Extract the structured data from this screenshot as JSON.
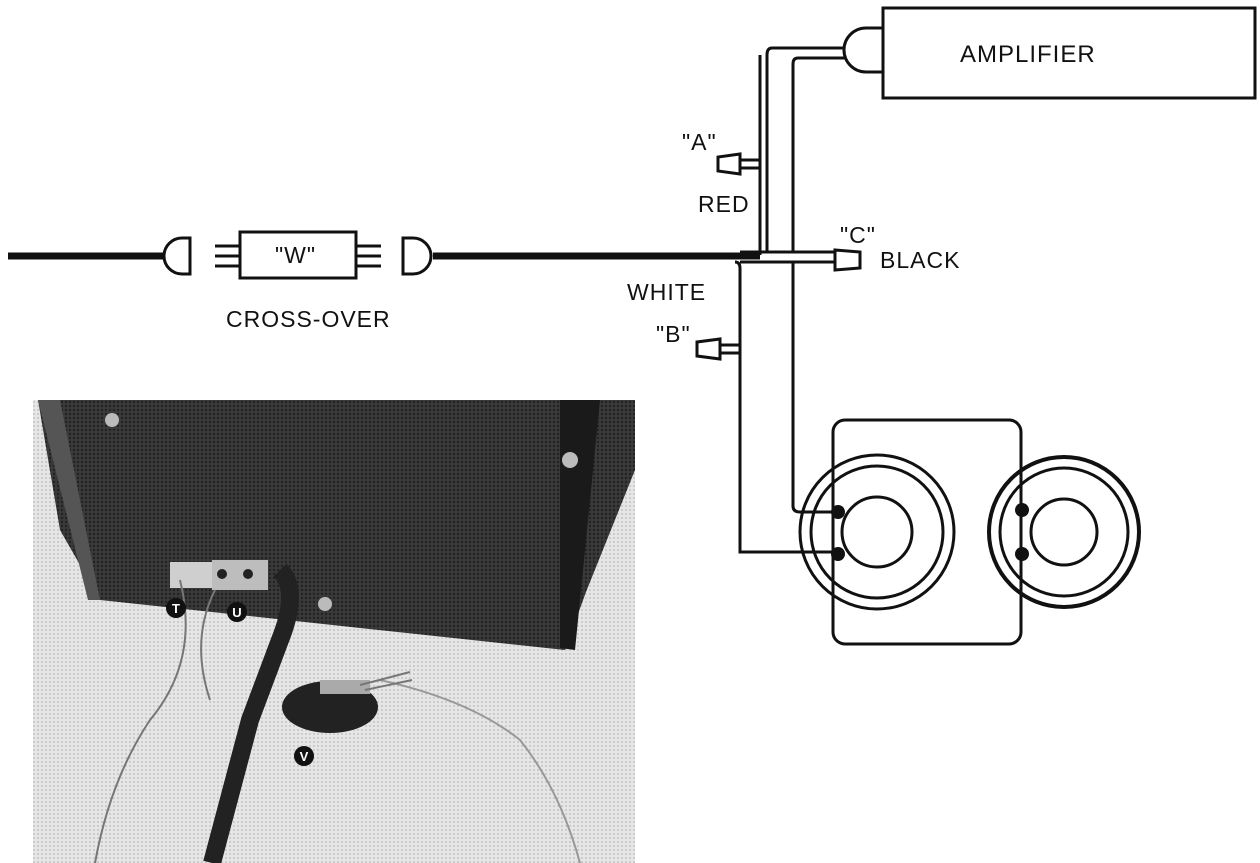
{
  "labels": {
    "amplifier": "AMPLIFIER",
    "connector_a": "\"A\"",
    "connector_b": "\"B\"",
    "connector_c": "\"C\"",
    "connector_w": "\"W\"",
    "red": "RED",
    "white": "WHITE",
    "black": "BLACK",
    "crossover": "CROSS-OVER"
  },
  "photo_callouts": {
    "t": "T",
    "u": "U",
    "v": "V"
  }
}
